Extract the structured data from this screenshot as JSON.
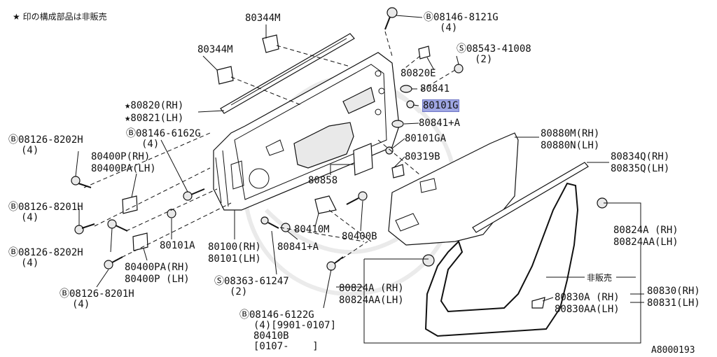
{
  "diagram": {
    "legend": "★ 印の構成部品は非販売",
    "figure_id": "A8000193",
    "highlighted_label": "80101G",
    "labels": {
      "l_80344m_top": "80344M",
      "l_80344m_left": "80344M",
      "l_80820rh": "★80820(RH)",
      "l_80821lh": "★80821(LH)",
      "l_b08146_8121g": "Ⓑ08146-8121G",
      "l_b08146_8121g_qty": "(4)",
      "l_s08543": "Ⓢ08543-41008",
      "l_s08543_qty": "(2)",
      "l_80820e": "80820E",
      "l_80841": "80841",
      "l_80101g": "80101G",
      "l_80841a_right": "80841+A",
      "l_80101ga": "80101GA",
      "l_80319b": "80319B",
      "l_80858": "80858",
      "l_80880m": "80880M(RH)",
      "l_80880n": "80880N(LH)",
      "l_80834q": "80834Q(RH)",
      "l_80835q": "80835Q(LH)",
      "l_b08126_8202h_a": "Ⓑ08126-8202H",
      "l_b08126_8202h_a_qty": "(4)",
      "l_b08146_6162g": "Ⓑ08146-6162G",
      "l_b08146_6162g_qty": "(4)",
      "l_80400p_rh": "80400P(RH)",
      "l_80400pa_lh": "80400PA(LH)",
      "l_b08126_8201h_a": "Ⓑ08126-8201H",
      "l_b08126_8201h_a_qty": "(4)",
      "l_80101a": "80101A",
      "l_80100rh": "80100(RH)",
      "l_80101lh": "80101(LH)",
      "l_80841a_mid": "80841+A",
      "l_80410m": "80410M",
      "l_80400b": "80400B",
      "l_b08126_8202h_b": "Ⓑ08126-8202H",
      "l_b08126_8202h_b_qty": "(4)",
      "l_80400pa_rh": "80400PA(RH)",
      "l_80400p_lh": "80400P (LH)",
      "l_s08363": "Ⓢ08363-61247",
      "l_s08363_qty": "(2)",
      "l_b08126_8201h_b": "Ⓑ08126-8201H",
      "l_b08126_8201h_b_qty": "(4)",
      "l_80824a_right": "80824A (RH)",
      "l_80824aa_right": "80824AA(LH)",
      "l_80824a_mid": "80824A (RH)",
      "l_80824aa_mid": "80824AA(LH)",
      "l_hihanbai": "非販売",
      "l_80830a": "80830A (RH)",
      "l_80830aa": "80830AA(LH)",
      "l_80830rh": "80830(RH)",
      "l_80831lh": "80831(LH)",
      "l_b08146_6122g": "Ⓑ08146-6122G",
      "l_b08146_6122g_qty": "(4)[9901-0107]",
      "l_80410b": "80410B",
      "l_80410b_range": "[0107-    ]"
    }
  }
}
